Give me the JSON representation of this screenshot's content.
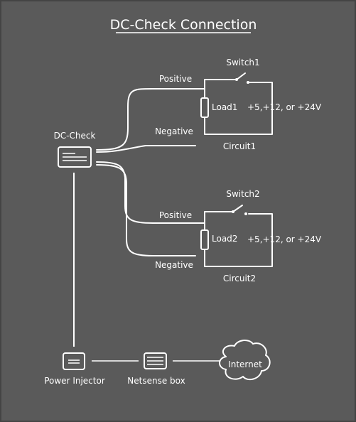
{
  "title": "DC-Check Connection",
  "colors": {
    "background": "#5a5a5a",
    "line": "#ffffff",
    "frame": "#444444"
  },
  "devices": {
    "dc_check": "DC-Check",
    "power_injector": "Power Injector",
    "netsense_box": "Netsense box",
    "internet": "Internet"
  },
  "circuits": [
    {
      "name": "Circuit1",
      "switch": "Switch1",
      "load": "Load1",
      "voltage": "+5,+12, or +24V",
      "positive": "Positive",
      "negative": "Negative"
    },
    {
      "name": "Circuit2",
      "switch": "Switch2",
      "load": "Load2",
      "voltage": "+5,+12, or +24V",
      "positive": "Positive",
      "negative": "Negative"
    }
  ]
}
